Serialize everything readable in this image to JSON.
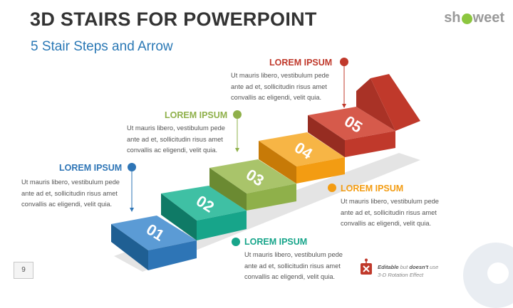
{
  "header": {
    "title": "3D STAIRS FOR POWERPOINT",
    "subtitle": "5 Stair Steps and Arrow",
    "logo_left": "sh",
    "logo_right": "weet"
  },
  "colors": {
    "step1": "#2e75b6",
    "step2": "#17a58a",
    "step3": "#8fb04a",
    "step4": "#f39c12",
    "step5": "#c0392b"
  },
  "steps": [
    {
      "number": "01",
      "heading": "LOREM IPSUM",
      "color": "#2e75b6",
      "lines": [
        "Ut mauris libero, vestibulum pede",
        "ante ad et, sollicitudin risus amet",
        "convallis ac eligendi, velit quia."
      ]
    },
    {
      "number": "02",
      "heading": "LOREM IPSUM",
      "color": "#17a58a",
      "lines": [
        "Ut mauris libero, vestibulum pede",
        "ante ad et, sollicitudin risus amet",
        "convallis ac eligendi, velit quia."
      ]
    },
    {
      "number": "03",
      "heading": "LOREM IPSUM",
      "color": "#8fb04a",
      "lines": [
        "Ut mauris libero, vestibulum pede",
        "ante ad et, sollicitudin risus amet",
        "convallis ac eligendi, velit quia."
      ]
    },
    {
      "number": "04",
      "heading": "LOREM IPSUM",
      "color": "#f39c12",
      "lines": [
        "Ut mauris libero, vestibulum pede",
        "ante ad et, sollicitudin risus amet",
        "convallis ac eligendi, velit quia."
      ]
    },
    {
      "number": "05",
      "heading": "LOREM IPSUM",
      "color": "#c0392b",
      "lines": [
        "Ut mauris libero, vestibulum pede",
        "ante ad et, sollicitudin risus amet",
        "convallis ac eligendi, velit quia."
      ]
    }
  ],
  "footer": {
    "page_number": "9",
    "note_editable": "Editable",
    "note_but": " but ",
    "note_doesnt": "doesn't",
    "note_use": " use",
    "note_line2": "3-D Rotation Effect"
  }
}
